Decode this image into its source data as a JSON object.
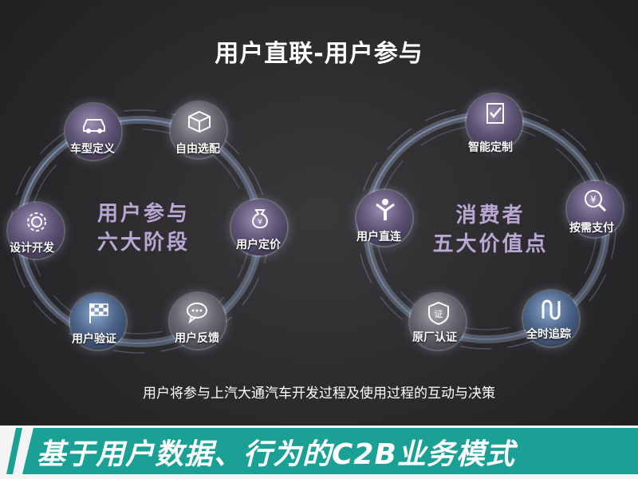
{
  "title": "用户直联-用户参与",
  "left_cycle": {
    "center": [
      "用户参与",
      "六大阶段"
    ],
    "nodes": [
      {
        "label": "车型定义",
        "icon": "car-icon"
      },
      {
        "label": "自由选配",
        "icon": "cube-icon"
      },
      {
        "label": "用户定价",
        "icon": "money-bag-icon"
      },
      {
        "label": "用户反馈",
        "icon": "chat-bubble-icon"
      },
      {
        "label": "用户验证",
        "icon": "checkered-flag-icon"
      },
      {
        "label": "设计开发",
        "icon": "gear-icon"
      }
    ]
  },
  "right_cycle": {
    "center": [
      "消费者",
      "五大价值点"
    ],
    "nodes": [
      {
        "label": "智能定制",
        "icon": "checklist-icon"
      },
      {
        "label": "按需支付",
        "icon": "yuan-search-icon"
      },
      {
        "label": "全时追踪",
        "icon": "tracking-path-icon"
      },
      {
        "label": "原厂认证",
        "icon": "certificate-shield-icon"
      },
      {
        "label": "用户直连",
        "icon": "person-icon"
      }
    ]
  },
  "caption": "用户将参与上汽大通汽车开发过程及使用过程的互动与决策",
  "banner": "基于用户数据、行为的C2B业务模式"
}
